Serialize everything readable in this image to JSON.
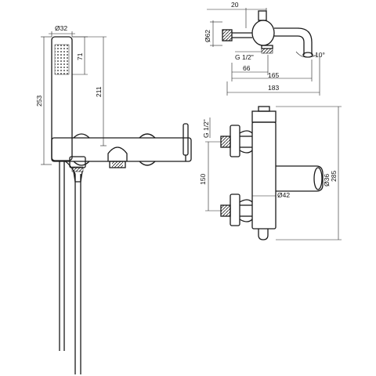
{
  "dimensions": {
    "handshower_diameter": "Ø32",
    "handshower_head_length": "71",
    "handshower_height": "211",
    "overall_height": "253",
    "spout_offset": "20",
    "body_diameter": "Ø62",
    "thread_top": "G 1/2\"",
    "inlet_offset": "66",
    "spout_reach": "165",
    "spout_angle": "10°",
    "overall_width": "183",
    "thread_side": "G 1/2\"",
    "inlet_centres": "150",
    "outlet_diameter": "Ø36",
    "body_side_diameter": "Ø42",
    "body_height": "285"
  }
}
